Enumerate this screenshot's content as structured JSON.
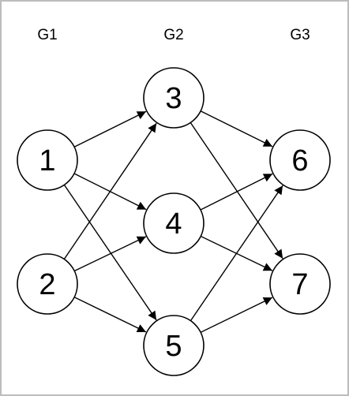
{
  "groups": [
    {
      "id": "G1",
      "label": "G1"
    },
    {
      "id": "G2",
      "label": "G2"
    },
    {
      "id": "G3",
      "label": "G3"
    }
  ],
  "nodes": [
    {
      "id": "n1",
      "label": "1",
      "group": "G1"
    },
    {
      "id": "n2",
      "label": "2",
      "group": "G1"
    },
    {
      "id": "n3",
      "label": "3",
      "group": "G2"
    },
    {
      "id": "n4",
      "label": "4",
      "group": "G2"
    },
    {
      "id": "n5",
      "label": "5",
      "group": "G2"
    },
    {
      "id": "n6",
      "label": "6",
      "group": "G3"
    },
    {
      "id": "n7",
      "label": "7",
      "group": "G3"
    }
  ],
  "edges": [
    {
      "from": "n1",
      "to": "n3"
    },
    {
      "from": "n1",
      "to": "n4"
    },
    {
      "from": "n1",
      "to": "n5"
    },
    {
      "from": "n2",
      "to": "n3"
    },
    {
      "from": "n2",
      "to": "n4"
    },
    {
      "from": "n2",
      "to": "n5"
    },
    {
      "from": "n3",
      "to": "n6"
    },
    {
      "from": "n3",
      "to": "n7"
    },
    {
      "from": "n4",
      "to": "n6"
    },
    {
      "from": "n4",
      "to": "n7"
    },
    {
      "from": "n5",
      "to": "n6"
    },
    {
      "from": "n5",
      "to": "n7"
    }
  ]
}
